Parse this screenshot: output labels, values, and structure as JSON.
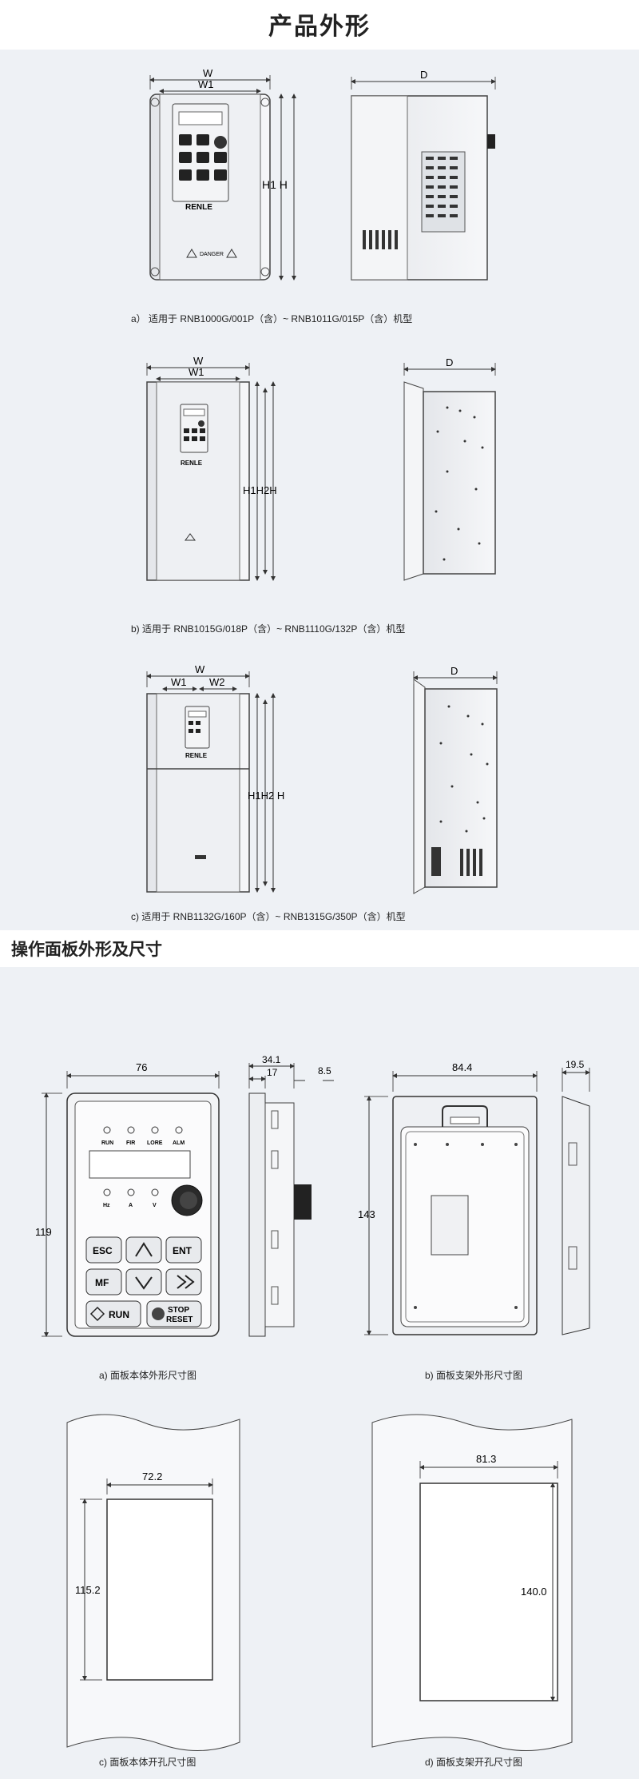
{
  "section1": {
    "title": "产品外形",
    "variants": [
      {
        "caption": "a） 适用于 RNB1000G/001P（含）~ RNB1011G/015P（含）机型",
        "labels": {
          "w": "W",
          "w1": "W1",
          "h1h": "H1 H",
          "d": "D",
          "brand": "RENLE",
          "warn": "DANGER"
        }
      },
      {
        "caption": "b) 适用于 RNB1015G/018P（含）~ RNB1110G/132P（含）机型",
        "labels": {
          "w": "W",
          "w1": "W1",
          "h1h": "H1H2H",
          "d": "D",
          "brand": "RENLE"
        }
      },
      {
        "caption": "c) 适用于 RNB1132G/160P（含）~ RNB1315G/350P（含）机型",
        "labels": {
          "w": "W",
          "w1": "W1",
          "w2": "W2",
          "h1h": "H1H2 H",
          "d": "D",
          "brand": "RENLE"
        }
      }
    ]
  },
  "section2": {
    "title": "操作面板外形及尺寸",
    "keypad": {
      "leds_top": [
        "RUN",
        "FIR",
        "LORE",
        "ALM"
      ],
      "leds_bottom": [
        "Hz",
        "A",
        "V"
      ],
      "keys": [
        "ESC",
        "ENT",
        "MF",
        "RUN",
        "STOP",
        "RESET"
      ]
    },
    "diagrams": [
      {
        "caption": "a) 面板本体外形尺寸图",
        "width": "76",
        "height": "119"
      },
      {
        "caption": "",
        "depth": "34.1",
        "depth_inner": "17",
        "thickness": "8.5"
      },
      {
        "caption": "b) 面板支架外形尺寸图",
        "width": "84.4",
        "height": "143"
      },
      {
        "caption": "",
        "depth": "19.5"
      },
      {
        "caption": "c) 面板本体开孔尺寸图",
        "width": "72.2",
        "height": "115.2"
      },
      {
        "caption": "d) 面板支架开孔尺寸图",
        "width": "81.3",
        "height": "140.0"
      }
    ]
  }
}
